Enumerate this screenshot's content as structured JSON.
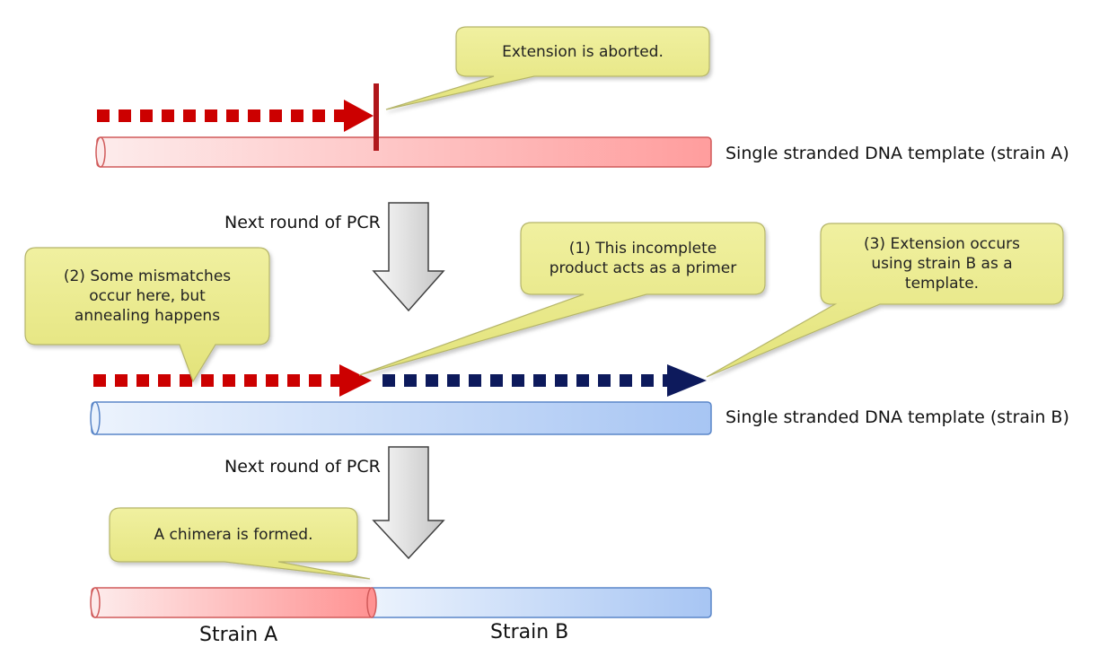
{
  "callouts": {
    "aborted": "Extension is aborted.",
    "mismatch": "(2) Some mismatches\noccur here, but\nannealing happens",
    "primer": "(1) This incomplete\nproduct acts as a primer",
    "extension": "(3) Extension occurs\nusing strain B as a\ntemplate.",
    "chimera": "A chimera is formed."
  },
  "labels": {
    "template_a": "Single stranded DNA template (strain A)",
    "template_b": "Single stranded DNA template (strain B)",
    "next_round_1": "Next round of PCR",
    "next_round_2": "Next round of PCR",
    "strain_a": "Strain A",
    "strain_b": "Strain B"
  },
  "colors": {
    "strain_a_strand": "#cc0000",
    "strain_b_strand": "#0d1a5c",
    "callout_fill": "#ecec8a",
    "callout_border": "#b5b56a",
    "tube_a_light": "#fdeaea",
    "tube_a_dark": "#ff9a9a",
    "tube_b_light": "#eaf2fd",
    "tube_b_dark": "#a9c7f5",
    "block_arrow_light": "#f2f2f2",
    "block_arrow_dark": "#c9c9c9"
  }
}
